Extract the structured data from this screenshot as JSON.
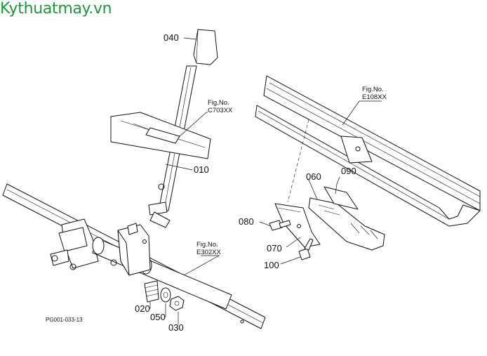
{
  "brand": "Kythuatmay.vn",
  "diagram_code": "PG001-033-13",
  "figure_refs": {
    "c703": {
      "fig": "Fig.No.",
      "no": "C703XX"
    },
    "e302": {
      "fig": "Fig.No.",
      "no": "E302XX"
    },
    "e108": {
      "fig": "Fig.No.",
      "no": "E108XX"
    }
  },
  "parts": {
    "p010": "010",
    "p020": "020",
    "p030": "030",
    "p040": "040",
    "p050": "050",
    "p060": "060",
    "p070": "070",
    "p080": "080",
    "p090": "090",
    "p100": "100"
  },
  "colors": {
    "brand": "#1a9a3a",
    "line": "#111111"
  }
}
